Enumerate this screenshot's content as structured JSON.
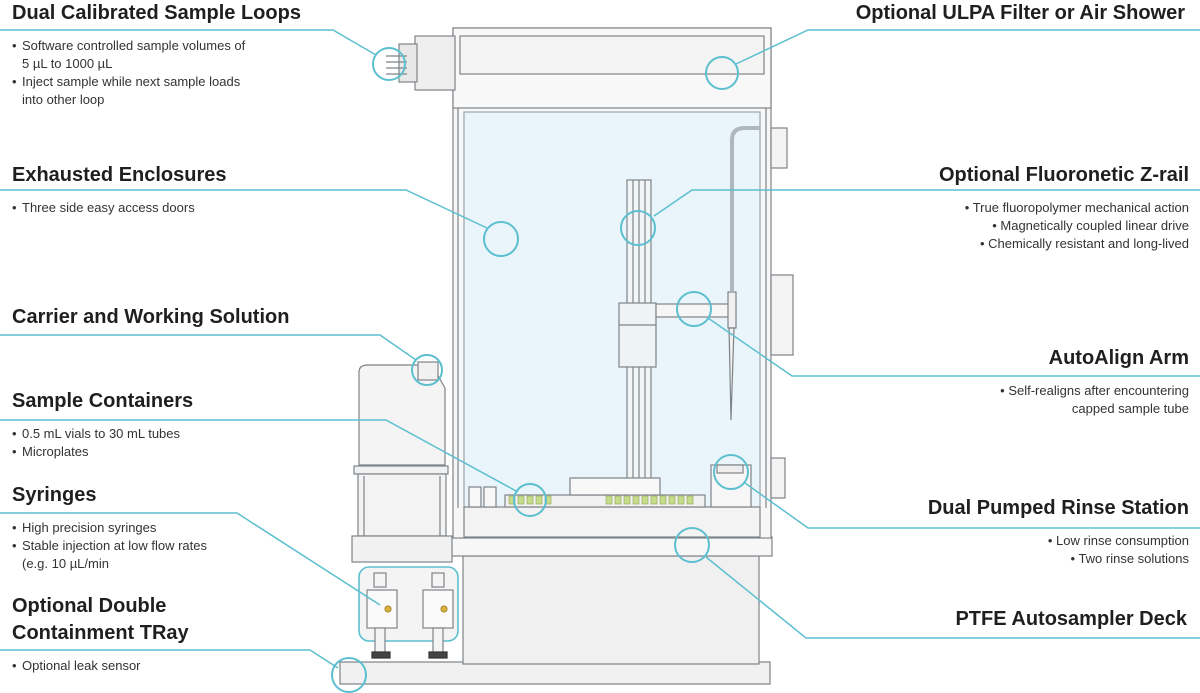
{
  "features": [
    {
      "id": "loops",
      "title": "Dual Calibrated Sample Loops",
      "bullets": [
        "Software controlled sample volumes of",
        "5 µL to 1000 µL",
        "Inject sample while next sample loads",
        "into other loop"
      ]
    },
    {
      "id": "ulpa",
      "title": "Optional ULPA Filter or Air Shower",
      "bullets": []
    },
    {
      "id": "enclosure",
      "title": "Exhausted Enclosures",
      "bullets": [
        "Three side easy access doors"
      ]
    },
    {
      "id": "zrail",
      "title": "Optional Fluoronetic Z-rail",
      "bullets": [
        "True fluoropolymer mechanical action",
        "Magnetically coupled linear drive",
        "Chemically resistant and long-lived"
      ]
    },
    {
      "id": "carrier",
      "title": "Carrier and Working Solution",
      "bullets": []
    },
    {
      "id": "arm",
      "title": "AutoAlign Arm",
      "bullets": [
        "Self-realigns after encountering",
        "capped sample tube"
      ]
    },
    {
      "id": "containers",
      "title": "Sample Containers",
      "bullets": [
        "0.5 mL vials to 30 mL tubes",
        "Microplates"
      ]
    },
    {
      "id": "syringes",
      "title": "Syringes",
      "bullets": [
        "High precision syringes",
        "Stable injection at low flow rates",
        "(e.g. 10 µL/min"
      ]
    },
    {
      "id": "rinse",
      "title": "Dual Pumped Rinse Station",
      "bullets": [
        "Low rinse consumption",
        "Two rinse solutions"
      ]
    },
    {
      "id": "tray",
      "title": "Optional Double Containment TRay",
      "title_lines": [
        "Optional Double",
        "Containment TRay"
      ],
      "bullets": [
        "Optional leak sensor"
      ]
    },
    {
      "id": "deck",
      "title": "PTFE Autosampler Deck",
      "bullets": []
    }
  ],
  "colors": {
    "leader": "#5bbfcf",
    "outline": "#7f8489",
    "glass": "#e9f5fa",
    "panel": "#f4f4f4",
    "heading": "#1f1f1f"
  }
}
